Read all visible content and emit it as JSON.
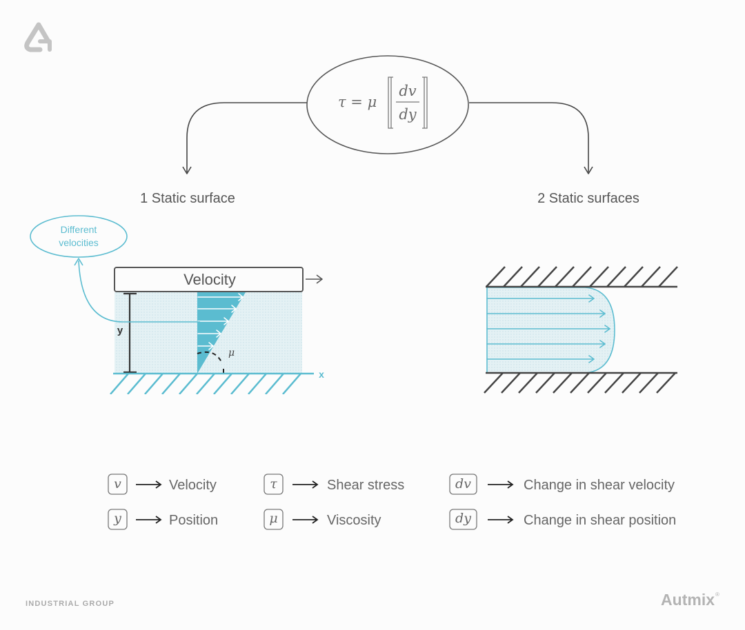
{
  "formula": {
    "lhs": "τ = μ",
    "numerator": "dv",
    "denominator": "dy"
  },
  "captions": {
    "left": "1 Static surface",
    "right": "2 Static surfaces"
  },
  "left_diagram": {
    "callout": [
      "Different",
      "velocities"
    ],
    "plate_label": "Velocity",
    "y_label": "y",
    "x_label": "x",
    "mu_label": "μ"
  },
  "legend": [
    {
      "symbol": "v",
      "meaning": "Velocity"
    },
    {
      "symbol": "τ",
      "meaning": "Shear stress"
    },
    {
      "symbol": "dv",
      "meaning": "Change in shear velocity"
    },
    {
      "symbol": "y",
      "meaning": "Position"
    },
    {
      "symbol": "μ",
      "meaning": "Viscosity"
    },
    {
      "symbol": "dy",
      "meaning": "Change in shear position"
    }
  ],
  "footer": {
    "left": "INDUSTRIAL GROUP",
    "brand": "Autmix",
    "brand_mark": "®"
  },
  "colors": {
    "accent": "#5bbcd0",
    "ink": "#444444",
    "text": "#5a5a5a",
    "muted": "#a8a8a8",
    "fluid": "#dceef2"
  }
}
